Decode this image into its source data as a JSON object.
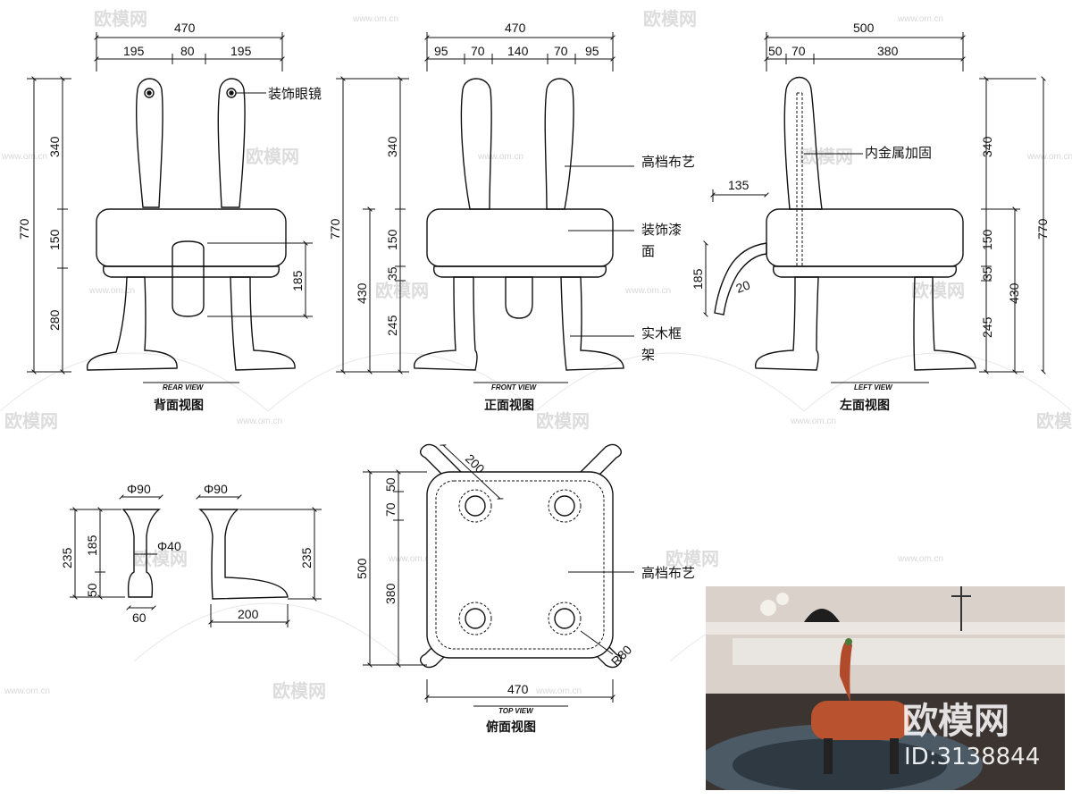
{
  "watermark": {
    "brand": "欧模网",
    "url": "www.om.cn"
  },
  "views": {
    "rear": {
      "tag": "REAR VIEW",
      "name": "背面视图"
    },
    "front": {
      "tag": "FRONT VIEW",
      "name": "正面视图"
    },
    "left": {
      "tag": "LEFT VIEW",
      "name": "左面视图"
    },
    "top": {
      "tag": "TOP VIEW",
      "name": "俯面视图"
    }
  },
  "labels": {
    "glasses": "装饰眼镜",
    "fabric": "高档布艺",
    "lacquer_1": "装饰漆",
    "lacquer_2": "面",
    "metal": "内金属加固",
    "frame_1": "实木框",
    "frame_2": "架",
    "fabric_top": "高档布艺"
  },
  "dims": {
    "rear": {
      "width": "470",
      "seg1": "195",
      "seg2": "80",
      "seg3": "195",
      "h_ear": "340",
      "h_total": "770",
      "h_seat": "150",
      "h_leg": "280",
      "h_tail": "185"
    },
    "front": {
      "width": "470",
      "s1": "95",
      "s2": "70",
      "s3": "140",
      "s4": "70",
      "s5": "95",
      "h_total": "770",
      "h_ear": "340",
      "h_seat": "150",
      "h_gap": "35",
      "h_leg": "245",
      "h_seat_total": "430"
    },
    "left": {
      "width": "500",
      "s1": "50",
      "s2": "70",
      "s3": "380",
      "tail_len": "135",
      "tail_h": "185",
      "tail_d": "20",
      "h_ear": "340",
      "h_seat": "150",
      "h_gap": "35",
      "h_leg": "245",
      "h_total": "770",
      "h_seat_total": "430"
    },
    "leg1": {
      "top_d": "Φ90",
      "h_total": "235",
      "h_upper": "185",
      "h_lower": "50",
      "mid_d": "Φ40",
      "base_w": "60"
    },
    "leg2": {
      "top_d": "Φ90",
      "h_total": "235",
      "base_w": "200"
    },
    "top": {
      "diag": "200",
      "h_total": "500",
      "h_a": "50",
      "h_b": "70",
      "h_c": "380",
      "width": "470",
      "radius": "R80"
    }
  },
  "photo": {
    "brand": "欧模网",
    "id": "ID:3138844"
  }
}
